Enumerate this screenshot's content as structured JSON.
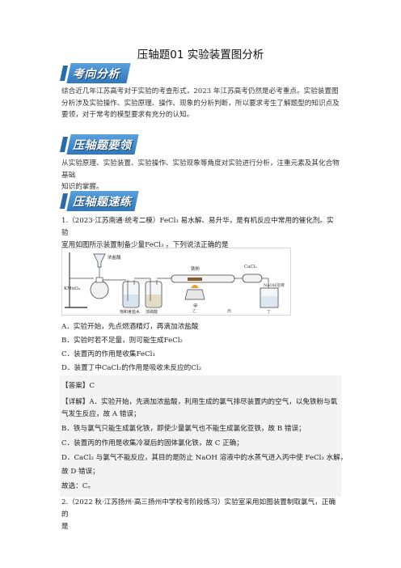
{
  "title": "压轴题01  实验装置图分析",
  "sections": {
    "kaoxiang": "考向分析",
    "yaozhou_yaoling": "压轴题要领",
    "yaozhou_sulian": "压轴题速练"
  },
  "intro": {
    "line1": "综合近几年江苏高考对于实验的考查形式，2023 年江苏高考仍然是必考重点。实验装置图",
    "line2": "分析涉及实验操作、实验原理、操作、现象的分析判断，所以要求考生了解题型的知识点及",
    "line3": "要领，对于常考的模型要求有充分的认知。"
  },
  "yaoling": {
    "line1": "从实验原理、实验装置、实验操作、实验现象等角度对实验进行分析，注重元素及其化合物基础",
    "line2": "知识的掌握。"
  },
  "q1": {
    "line1": "1.（2023·江苏南通·统考二模）FeCl₃ 易水解、易升华，是有机反应中常用的催化剂。实验",
    "line2": "室用如图所示装置制备少量FeCl₃ 。下列说法正确的是",
    "figure": {
      "funnel_label": "浓盐酸",
      "flask_label": "KMnO₄",
      "bottle1_label": "饱和食盐水",
      "bottle2_label": "浓硫酸",
      "iron_label": "铁粉",
      "cacl2_label": "CaCl₂",
      "naoh_label": "NaOH溶液",
      "jia": "甲",
      "yi": "乙",
      "bing": "丙",
      "ding": "丁"
    },
    "options": {
      "a": "A．实验开始，先点燃酒精灯，再滴加浓盐酸",
      "b": "B．实验时若不足量，则可能生成FeCl₂",
      "c": "C．装置丙的作用是收集FeCl₃",
      "d": "D．装置丁中CaCl₂的作用是吸收未反应的Cl₂"
    },
    "answer": {
      "label": "【答案】C",
      "detail1": "【详解】A．实验开始，先滴加浓盐酸，利用生成的氯气排尽装置内的空气，以免铁粉与氧",
      "detail2": "气发生反应，故 A 错误；",
      "detail3": "B．铁与氯气只能生成氯化铁，即使少量氯气也不能生成氯化亚铁，故 B 错误；",
      "detail4": "C．装置丙的作用是收集冷凝后的固体氯化铁，故 C 正确；",
      "detail5": "D．CaCl₂ 与氯气不能反应，其目的是防止 NaOH 溶液中的水蒸气进入丙中使 FeCl₃ 水解，",
      "detail6": "故 D 错误；",
      "conclusion": "故选：C。"
    }
  },
  "q2": {
    "line1": "2.（2022 秋·江苏扬州·高三扬州中学校考阶段练习）实验室采用如图装置制取氯气，正确的",
    "line2": "是"
  }
}
